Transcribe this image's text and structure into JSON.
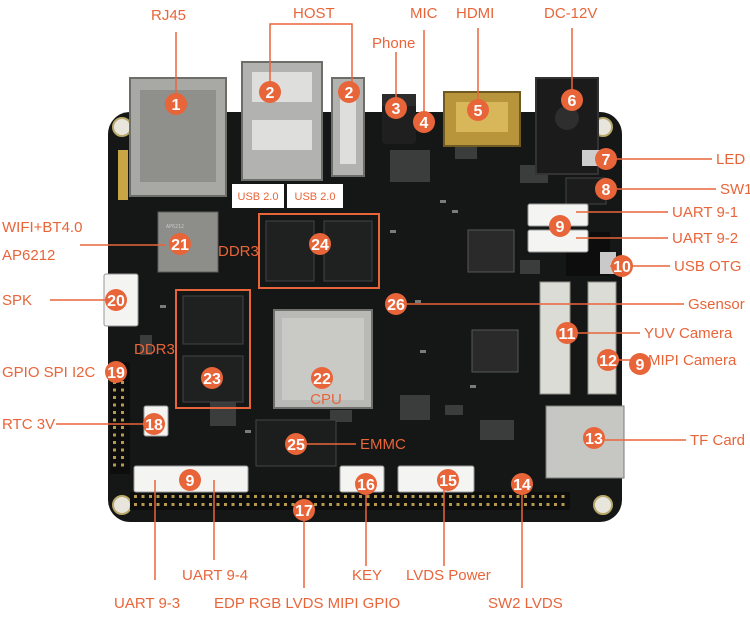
{
  "labels": {
    "rj45": "RJ45",
    "host": "HOST",
    "mic": "MIC",
    "hdmi": "HDMI",
    "dc": "DC-12V",
    "phone": "Phone",
    "led": "LED",
    "sw1": "SW1",
    "uart91": "UART 9-1",
    "uart92": "UART 9-2",
    "usbotg": "USB OTG",
    "gsensor": "Gsensor",
    "yuv": "YUV Camera",
    "mipi": "MIPI Camera",
    "tf": "TF Card",
    "wifi": "WIFI+BT4.0",
    "ap": "AP6212",
    "spk": "SPK",
    "ddr3a": "DDR3",
    "ddr3b": "DDR3",
    "gpio": "GPIO SPI I2C",
    "rtc": "RTC 3V",
    "cpu": "CPU",
    "emmc": "EMMC",
    "uart94": "UART 9-4",
    "uart93": "UART 9-3",
    "edp": "EDP RGB LVDS MIPI GPIO",
    "key": "KEY",
    "lvdspower": "LVDS Power",
    "sw2": "SW2 LVDS",
    "usb1": "USB 2.0",
    "usb2": "USB 2.0"
  },
  "markers": [
    "1",
    "2",
    "2",
    "3",
    "4",
    "5",
    "6",
    "7",
    "8",
    "9",
    "9",
    "10",
    "11",
    "12",
    "13",
    "14",
    "15",
    "16",
    "17",
    "18",
    "19",
    "20",
    "21",
    "22",
    "23",
    "24",
    "25",
    "26",
    "9"
  ],
  "colors": {
    "accent": "#e8653a",
    "board": "#151716"
  }
}
